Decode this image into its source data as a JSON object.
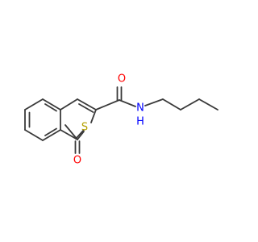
{
  "molecule": {
    "atoms": {
      "carbonyl_oxygen": {
        "label": "O"
      },
      "ring_sulfur": {
        "label": "S"
      },
      "lactone_oxygen": {
        "label": "O"
      },
      "amide_nitrogen": {
        "label": "N"
      },
      "amide_hydrogen": {
        "label": "H"
      }
    },
    "colors": {
      "bond": "#3a3a3a",
      "oxygen": "#ff0000",
      "sulfur": "#b5a100",
      "nitrogen": "#0000ff"
    }
  }
}
